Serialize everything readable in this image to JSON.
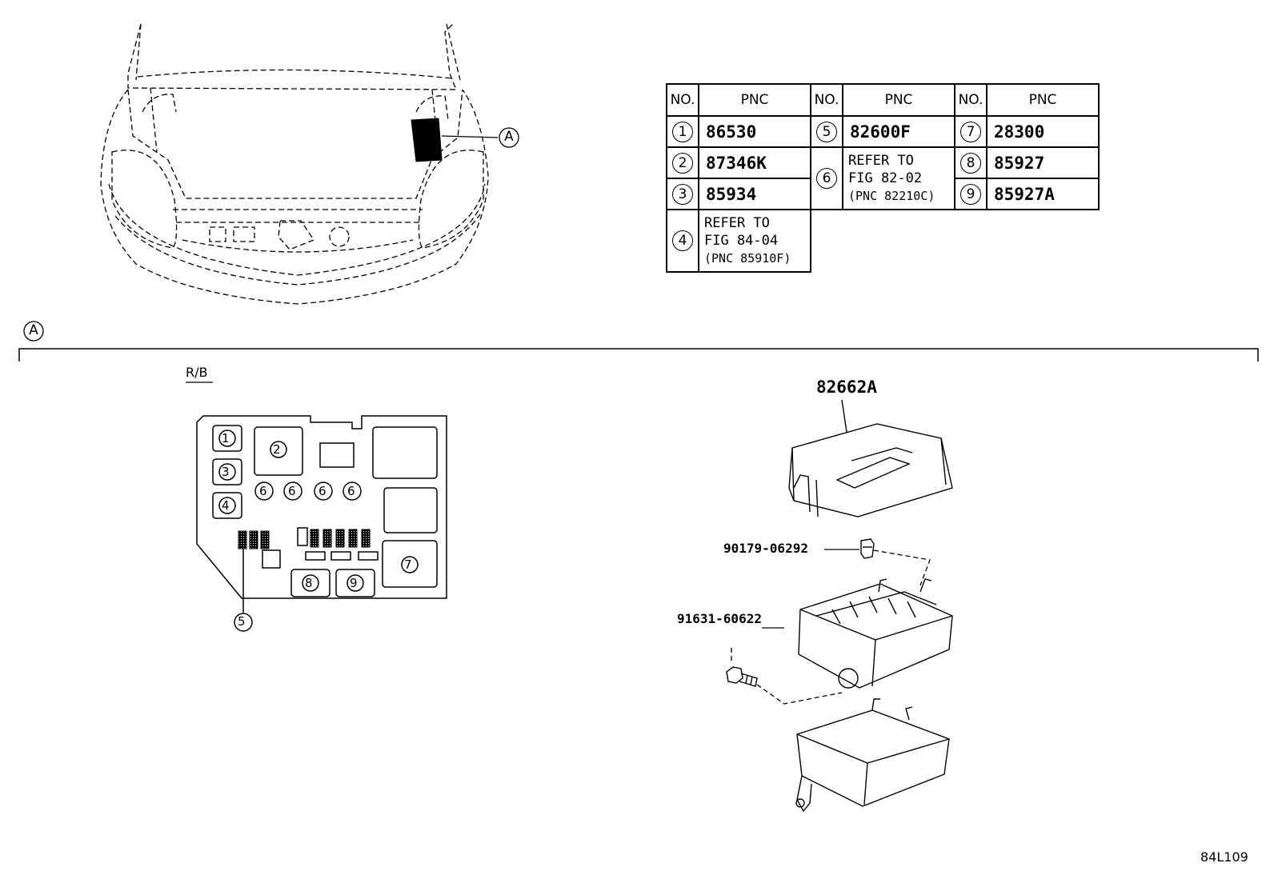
{
  "table": {
    "headers": {
      "no": "NO.",
      "pnc": "PNC"
    },
    "rows": [
      {
        "no": "1",
        "pnc": "86530"
      },
      {
        "no": "2",
        "pnc": "87346K"
      },
      {
        "no": "3",
        "pnc": "85934"
      },
      {
        "no": "4",
        "ref1": "REFER TO",
        "ref2": "FIG 84-04",
        "ref3": "(PNC 85910F)"
      },
      {
        "no": "5",
        "pnc": "82600F"
      },
      {
        "no": "6",
        "ref1": "REFER TO",
        "ref2": "FIG 82-02",
        "ref3": "(PNC 82210C)"
      },
      {
        "no": "7",
        "pnc": "28300"
      },
      {
        "no": "8",
        "pnc": "85927"
      },
      {
        "no": "9",
        "pnc": "85927A"
      }
    ]
  },
  "callouts": {
    "a_marker": "A",
    "section_marker": "A",
    "rb_label": "R/B",
    "cover_part": "82662A",
    "nut_part": "90179-06292",
    "bolt_part": "91631-60622",
    "figure_code": "84L109"
  },
  "fuse_box": {
    "slots": [
      "1",
      "2",
      "3",
      "4",
      "5",
      "6",
      "6",
      "6",
      "6",
      "7",
      "8",
      "9"
    ]
  }
}
